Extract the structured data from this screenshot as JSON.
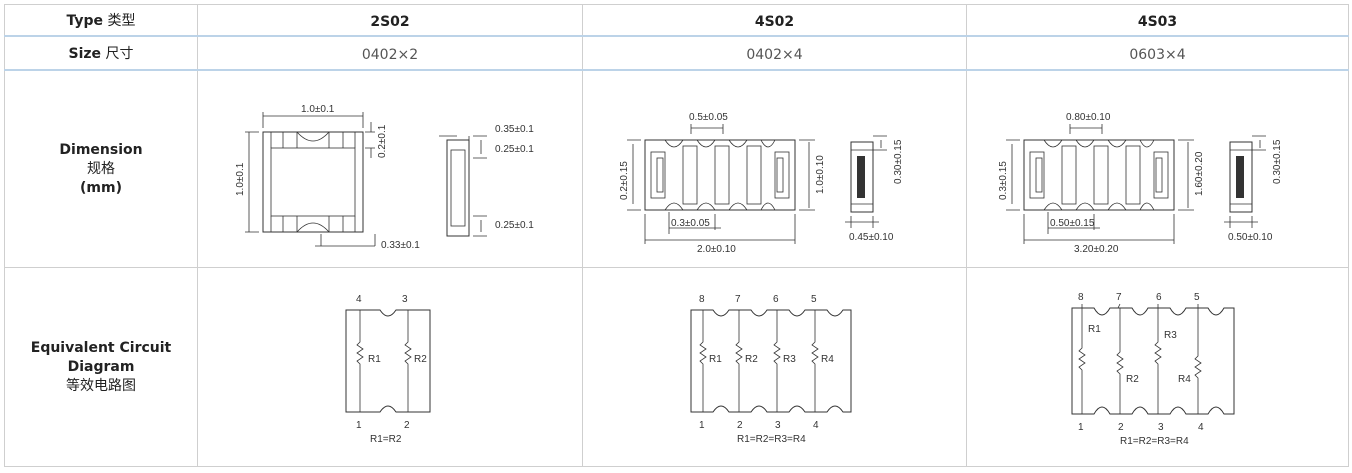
{
  "labels": {
    "type": {
      "en": "Type",
      "zh": "类型"
    },
    "size": {
      "en": "Size",
      "zh": "尺寸"
    },
    "dimension": {
      "en": "Dimension",
      "zh": "规格",
      "unit": "(mm)"
    },
    "circuit": {
      "en1": "Equivalent Circuit",
      "en2": "Diagram",
      "zh": "等效电路图"
    }
  },
  "columns": [
    {
      "type": "2S02",
      "size": "0402×2",
      "dims": {
        "w": "1.0±0.1",
        "h": "1.0±0.1",
        "t": "0.2±0.1",
        "b": "0.33±0.1",
        "s1": "0.35±0.1",
        "s2": "0.25±0.1",
        "s3": "0.25±0.1"
      },
      "pins_top": [
        "4",
        "3"
      ],
      "pins_bottom": [
        "1",
        "2"
      ],
      "resistors": [
        "R1",
        "R2"
      ],
      "equation": "R1=R2"
    },
    {
      "type": "4S02",
      "size": "0402×4",
      "dims": {
        "p": "0.5±0.05",
        "h": "0.2±0.15",
        "w": "0.3±0.05",
        "l": "2.0±0.10",
        "t": "1.0±0.10",
        "s1": "0.30±0.15",
        "s2": "0.45±0.10"
      },
      "pins_top": [
        "8",
        "7",
        "6",
        "5"
      ],
      "pins_bottom": [
        "1",
        "2",
        "3",
        "4"
      ],
      "resistors": [
        "R1",
        "R2",
        "R3",
        "R4"
      ],
      "equation": "R1=R2=R3=R4"
    },
    {
      "type": "4S03",
      "size": "0603×4",
      "dims": {
        "p": "0.80±0.10",
        "h": "0.3±0.15",
        "w": "0.50±0.15",
        "l": "3.20±0.20",
        "t": "1.60±0.20",
        "s1": "0.30±0.15",
        "s2": "0.50±0.10"
      },
      "pins_top": [
        "8",
        "7",
        "6",
        "5"
      ],
      "pins_bottom": [
        "1",
        "2",
        "3",
        "4"
      ],
      "resistors": [
        "R1",
        "R2",
        "R3",
        "R4"
      ],
      "equation": "R1=R2=R3=R4"
    }
  ]
}
